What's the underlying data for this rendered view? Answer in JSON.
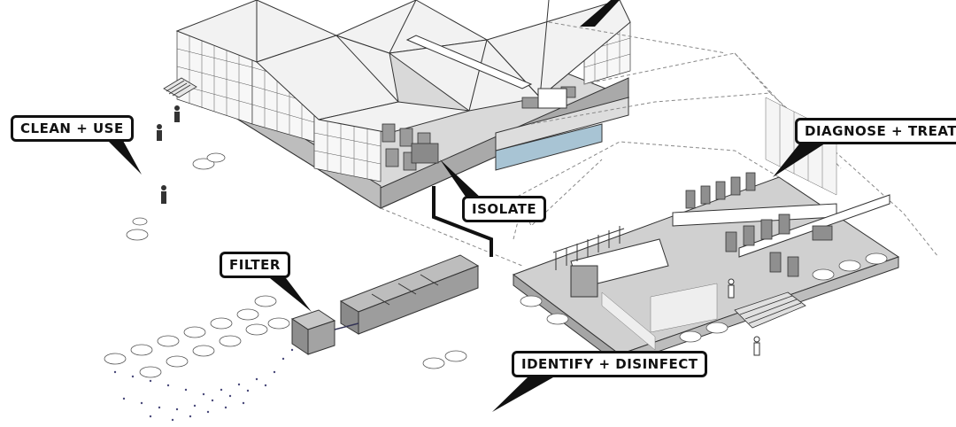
{
  "labels": {
    "clean_use": "CLEAN + USE",
    "diagnose_treat": "DIAGNOSE + TREAT",
    "isolate": "ISOLATE",
    "filter": "FILTER",
    "identify_disinfect": "IDENTIFY + DISINFECT"
  },
  "colors": {
    "line": "#333333",
    "roof": "#f2f2f2",
    "floor": "#cfcfcf",
    "water": "#a8c4d4",
    "tank": "#8a8a8a",
    "dashed": "#888888"
  }
}
